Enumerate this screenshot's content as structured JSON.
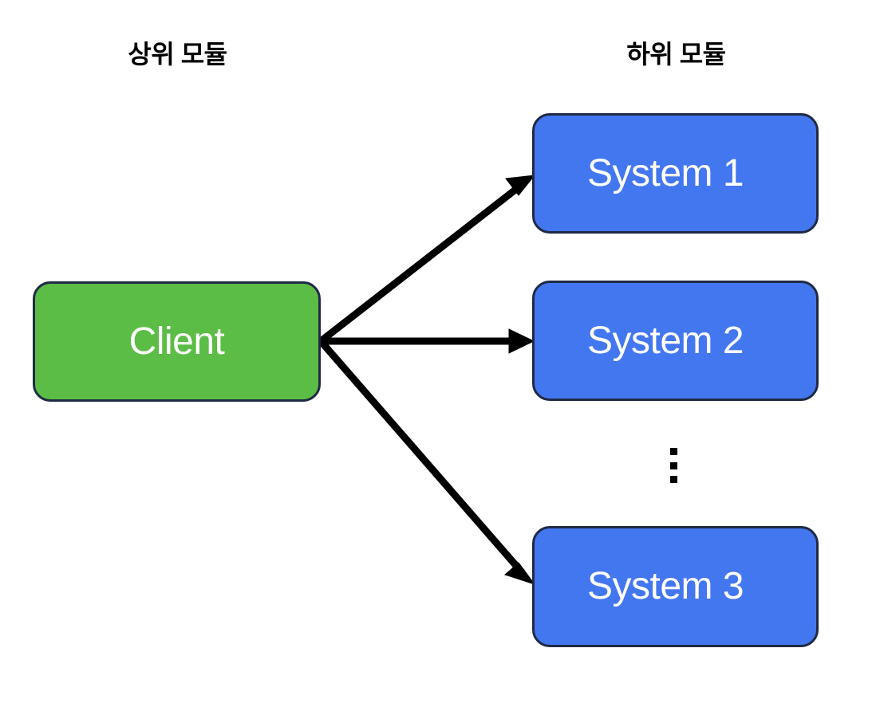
{
  "diagram": {
    "title_not_shown": "",
    "background_color": "#ffffff",
    "columns": [
      {
        "id": "upper",
        "label": "상위 모듈"
      },
      {
        "id": "lower",
        "label": "하위 모듈"
      }
    ],
    "nodes": [
      {
        "id": "client",
        "label": "Client",
        "fill": "#5bbd45",
        "border": "#1f2a44",
        "text_color": "#ffffff",
        "column": "upper"
      },
      {
        "id": "system-1",
        "label": "System 1",
        "fill": "#4377f0",
        "border": "#1f2a44",
        "text_color": "#ffffff",
        "column": "lower"
      },
      {
        "id": "system-2",
        "label": "System 2",
        "fill": "#4377f0",
        "border": "#1f2a44",
        "text_color": "#ffffff",
        "column": "lower"
      },
      {
        "id": "system-3",
        "label": "System 3",
        "fill": "#4377f0",
        "border": "#1f2a44",
        "text_color": "#ffffff",
        "column": "lower"
      }
    ],
    "edges": [
      {
        "id": "client-to-system-1",
        "from": "client",
        "to": "system-1",
        "style": "solid-arrow",
        "color": "#000000"
      },
      {
        "id": "client-to-system-2",
        "from": "client",
        "to": "system-2",
        "style": "solid-arrow",
        "color": "#000000"
      },
      {
        "id": "client-to-system-3",
        "from": "client",
        "to": "system-3",
        "style": "solid-arrow",
        "color": "#000000"
      }
    ],
    "ellipsis": {
      "id": "vertical-ellipsis",
      "meaning": "more systems omitted",
      "dot_count": 3,
      "color": "#000000"
    }
  }
}
